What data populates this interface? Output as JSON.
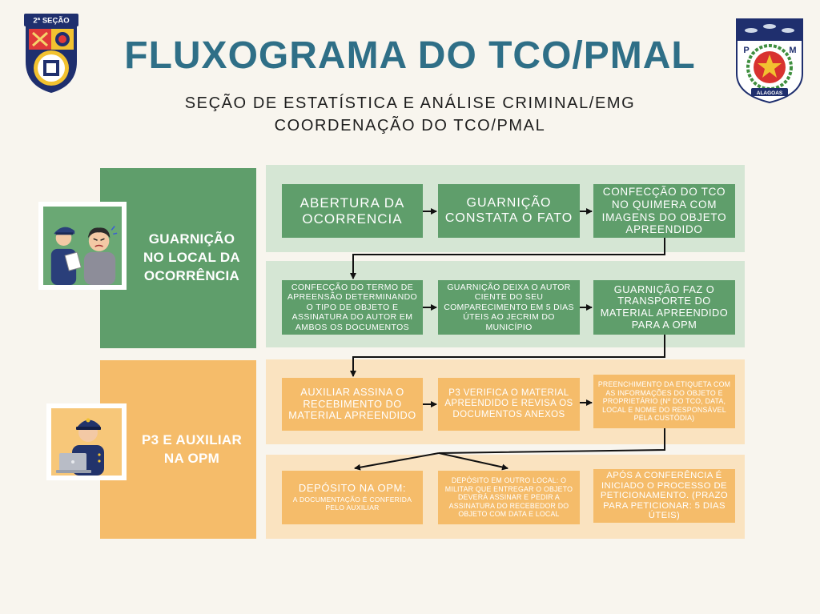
{
  "header": {
    "title": "FLUXOGRAMA DO TCO/PMAL",
    "subtitle_line1": "SEÇÃO DE ESTATÍSTICA E ANÁLISE CRIMINAL/EMG",
    "subtitle_line2": "COORDENAÇÃO DO TCO/PMAL"
  },
  "logos": {
    "left": {
      "banner": "2ª SEÇÃO",
      "icon": "second-section-crest-icon"
    },
    "right": {
      "letter_left": "P",
      "letter_right": "M",
      "caption": "ALAGOAS",
      "icon": "pmal-shield-icon"
    }
  },
  "colors": {
    "background": "#f8f5ee",
    "title": "#2f6f87",
    "green": "#5f9e6b",
    "green_band": "#d5e6d4",
    "orange": "#f5bc6a",
    "orange_band": "#fae3c0",
    "arrow": "#111111"
  },
  "sections": [
    {
      "label": "GUARNIÇÃO\nNO LOCAL DA\nOCORRÊNCIA",
      "illustration": "police-officer-with-citizen-icon",
      "rows": [
        [
          {
            "text": "ABERTURA DA OCORRENCIA"
          },
          {
            "text": "GUARNIÇÃO CONSTATA O FATO"
          },
          {
            "text": "CONFECÇÃO DO TCO NO QUIMERA COM IMAGENS DO OBJETO APREENDIDO"
          }
        ],
        [
          {
            "text": "CONFECÇÃO DO TERMO DE APREENSÃO DETERMINANDO O TIPO DE OBJETO E ASSINATURA DO AUTOR EM AMBOS OS DOCUMENTOS"
          },
          {
            "text": "GUARNIÇÃO DEIXA O AUTOR CIENTE DO SEU COMPARECIMENTO EM 5 DIAS ÚTEIS AO JECRIM DO MUNICÍPIO"
          },
          {
            "text": "GUARNIÇÃO FAZ O TRANSPORTE DO MATERIAL APREENDIDO PARA A OPM"
          }
        ]
      ]
    },
    {
      "label": "P3 E AUXILIAR\nNA OPM",
      "illustration": "officer-at-laptop-icon",
      "rows": [
        [
          {
            "text": "AUXILIAR ASSINA O RECEBIMENTO DO MATERIAL APREENDIDO"
          },
          {
            "text": "P3 VERIFICA O MATERIAL APREENDIDO E REVISA OS DOCUMENTOS ANEXOS"
          },
          {
            "text": "PREENCHIMENTO DA ETIQUETA COM AS INFORMAÇÕES DO OBJETO E PROPRIETÁRIO (Nº DO TCO, DATA, LOCAL E NOME DO RESPONSÁVEL PELA CUSTÓDIA)"
          }
        ],
        [
          {
            "heading": "DEPÓSITO NA OPM:",
            "text": "A DOCUMENTAÇÃO É CONFERIDA PELO AUXILIAR"
          },
          {
            "text": "DEPÓSITO EM OUTRO LOCAL: O MILITAR QUE ENTREGAR O OBJETO DEVERÁ ASSINAR E PEDIR A ASSINATURA DO RECEBEDOR DO OBJETO COM DATA E LOCAL"
          },
          {
            "text": "APÓS A CONFERÊNCIA É INICIADO O PROCESSO DE PETICIONAMENTO. (PRAZO PARA PETICIONAR: 5 DIAS ÚTEIS)"
          }
        ]
      ]
    }
  ]
}
